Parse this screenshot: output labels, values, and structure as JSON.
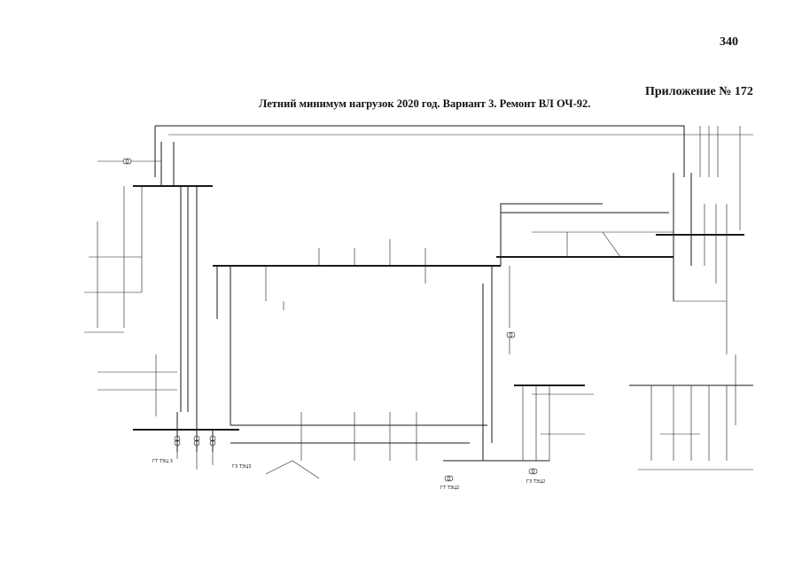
{
  "page": {
    "number": "340",
    "appendix": "Приложение № 172",
    "title": "Летний минимум нагрузок 2020 год. Вариант 3. Ремонт ВЛ ОЧ-92."
  },
  "diagram": {
    "buses": [
      {
        "id": "left-main",
        "label": ""
      },
      {
        "id": "center-top",
        "label": ""
      },
      {
        "id": "center-bottom",
        "label": ""
      },
      {
        "id": "right-station",
        "label": ""
      }
    ],
    "transformers": [
      {
        "id": "gt-left-1",
        "label": "ГТ ТЭЦ 3"
      },
      {
        "id": "gt-left-2",
        "label": "ГЗ ТЭЦ3"
      },
      {
        "id": "gt-center",
        "label": "ГТ ТЭЦ2"
      },
      {
        "id": "gt-right",
        "label": "ГЗ ТЭЦ2"
      }
    ]
  }
}
